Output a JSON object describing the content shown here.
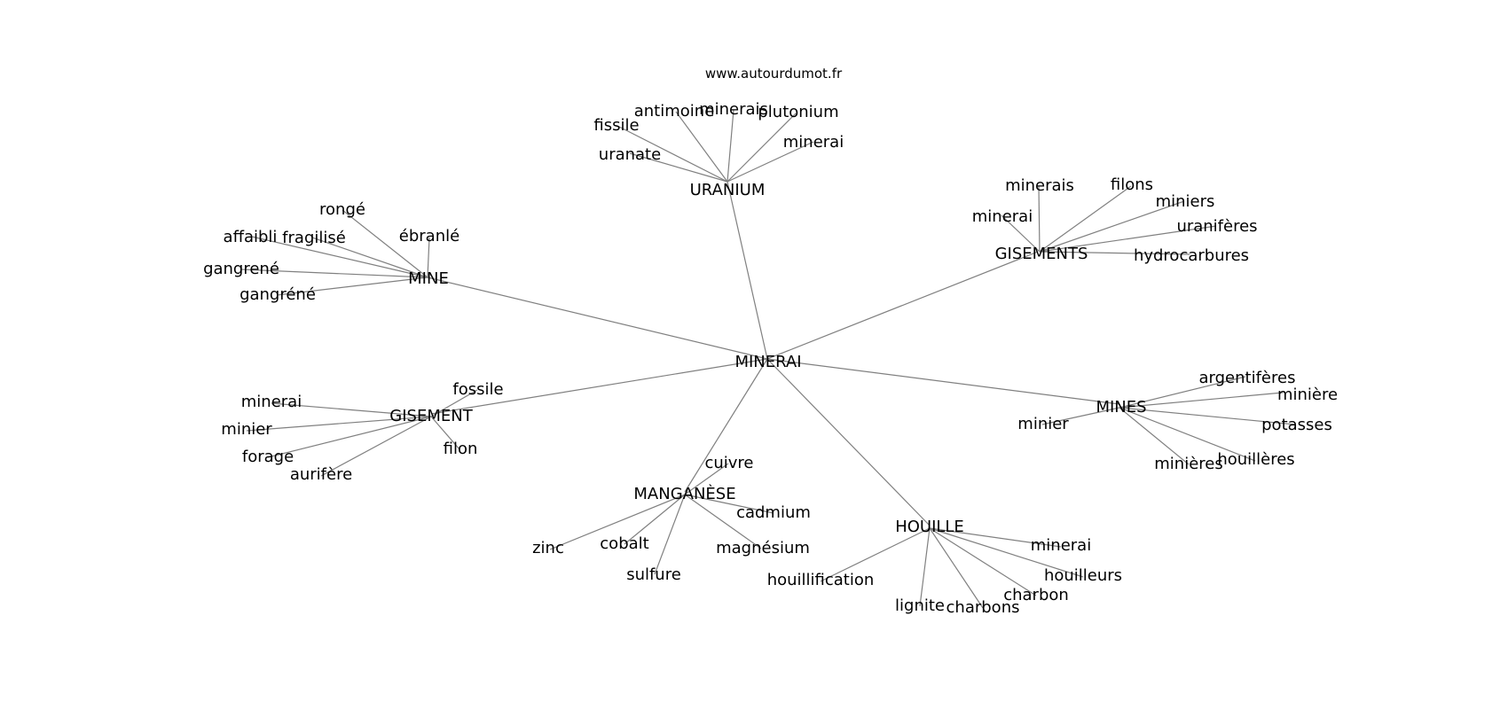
{
  "source_label": "www.autourdumot.fr",
  "colors": {
    "edge": "#808080",
    "text": "#000000",
    "background": "#ffffff"
  },
  "graph": {
    "center": "MINERAI",
    "clusters": [
      {
        "name": "URANIUM",
        "leaves": [
          "antimoine",
          "minerais",
          "plutonium",
          "fissile",
          "minerai",
          "uranate"
        ]
      },
      {
        "name": "GISEMENTS",
        "leaves": [
          "minerais",
          "filons",
          "miniers",
          "minerai",
          "uranifères",
          "hydrocarbures"
        ]
      },
      {
        "name": "MINE",
        "leaves": [
          "rongé",
          "affaibli",
          "fragilisé",
          "ébranlé",
          "gangrené",
          "gangréné"
        ]
      },
      {
        "name": "GISEMENT",
        "leaves": [
          "fossile",
          "minerai",
          "minier",
          "forage",
          "aurifère",
          "filon"
        ]
      },
      {
        "name": "MINES",
        "leaves": [
          "argentifères",
          "minière",
          "minier",
          "potasses",
          "houillères",
          "minières"
        ]
      },
      {
        "name": "MANGANÈSE",
        "leaves": [
          "cuivre",
          "cadmium",
          "zinc",
          "cobalt",
          "magnésium",
          "sulfure"
        ]
      },
      {
        "name": "HOUILLE",
        "leaves": [
          "minerai",
          "houilleurs",
          "houillification",
          "charbon",
          "lignite",
          "charbons"
        ]
      }
    ]
  }
}
